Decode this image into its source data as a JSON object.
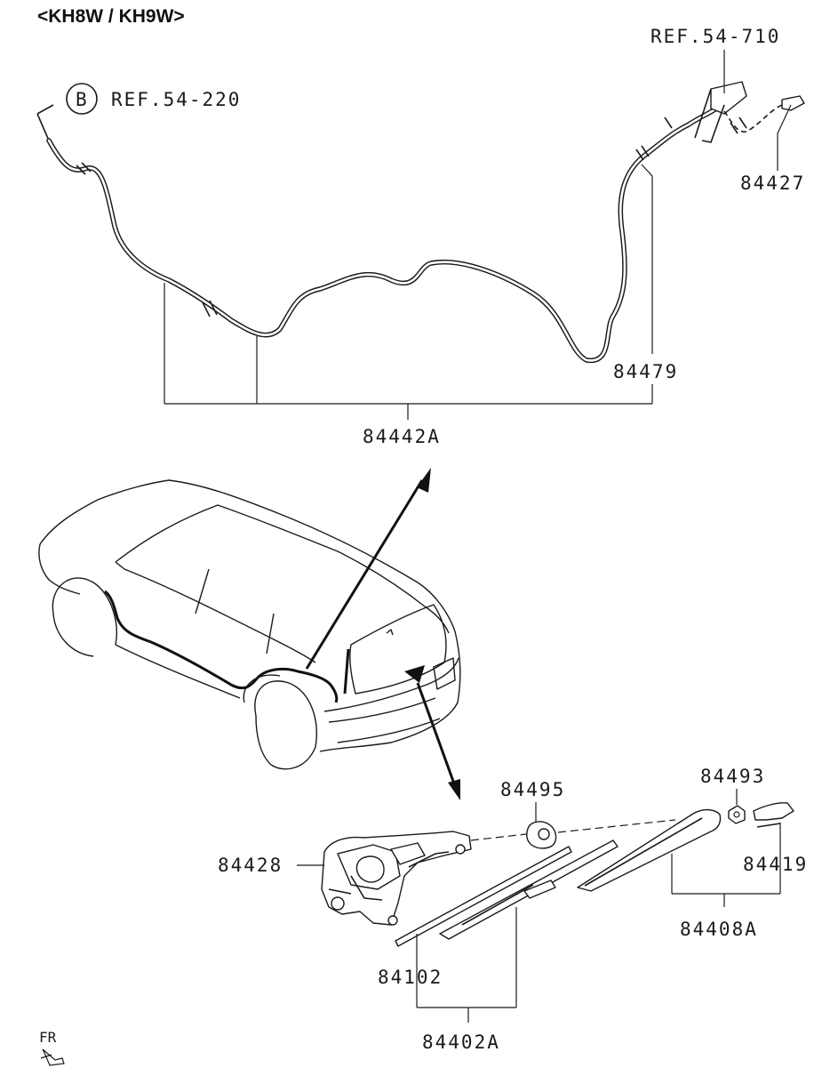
{
  "diagram": {
    "title": "<KH8W / KH9W>",
    "circle_marker": "B",
    "refs": {
      "left": "REF.54-220",
      "right": "REF.54-710"
    },
    "parts": {
      "p84427": "84427",
      "p84479": "84479",
      "p84442A": "84442A",
      "p84495": "84495",
      "p84493": "84493",
      "p84428": "84428",
      "p84419": "84419",
      "p84408A": "84408A",
      "p84102": "84102",
      "p84402A": "84402A"
    },
    "orientation": "FR"
  }
}
